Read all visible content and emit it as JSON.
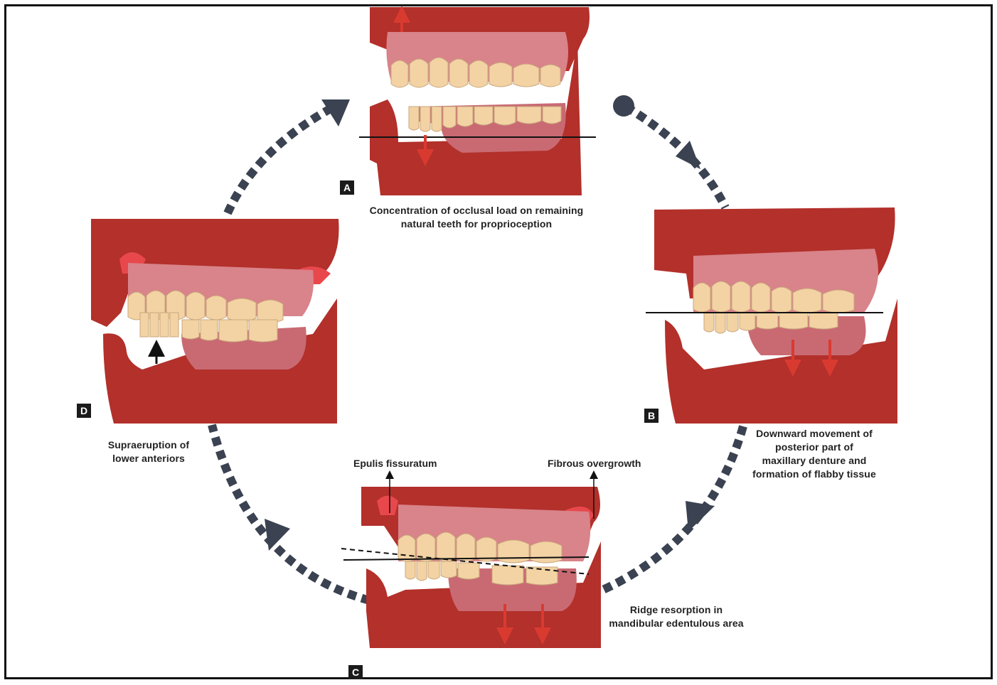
{
  "panels": {
    "a": {
      "marker": "A",
      "caption_lines": [
        "Concentration of occlusal load on remaining",
        "natural teeth for proprioception"
      ]
    },
    "b": {
      "marker": "B",
      "caption_lines": [
        "Downward movement of",
        "posterior part of",
        "maxillary denture and",
        "formation of flabby tissue"
      ]
    },
    "c": {
      "marker": "C",
      "caption_lines": [
        "Ridge resorption in",
        "mandibular edentulous area"
      ],
      "label_left": "Epulis fissuratum",
      "label_right": "Fibrous overgrowth"
    },
    "d": {
      "marker": "D",
      "caption_lines": [
        "Supraeruption of",
        "lower anteriors"
      ]
    }
  },
  "colors": {
    "jaw": "#b3302b",
    "gum": "#d9838a",
    "gum_dark": "#c96a73",
    "tooth": "#f3d3a3",
    "flabby": "#e8484c",
    "arrow_red": "#d93a30",
    "cycle": "#3b4251"
  }
}
